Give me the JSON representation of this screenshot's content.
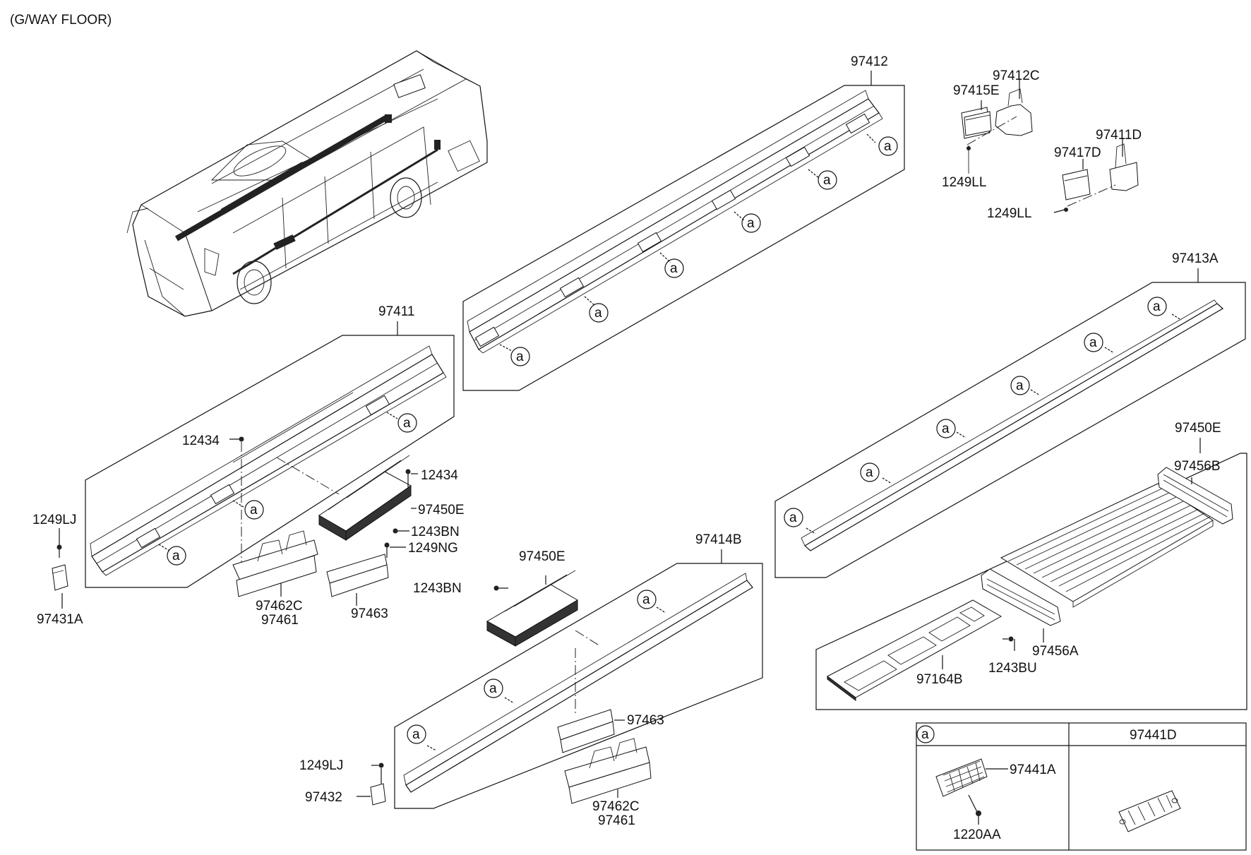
{
  "title": "(G/WAY FLOOR)",
  "marker_letter": "a",
  "legend": {
    "marker": "a",
    "part": "97441D",
    "items": {
      "grille": "97441A",
      "screw": "1220AA"
    }
  },
  "groups": {
    "g97412": {
      "label": "97412"
    },
    "g97411": {
      "label": "97411"
    },
    "g97413A": {
      "label": "97413A"
    },
    "g97414B": {
      "label": "97414B"
    },
    "g97450E": {
      "label": "97450E"
    }
  },
  "parts": {
    "p97415E": "97415E",
    "p97412C": "97412C",
    "p1249LL_1": "1249LL",
    "p97411D": "97411D",
    "p97417D": "97417D",
    "p1249LL_2": "1249LL",
    "p12434_1": "12434",
    "p12434_2": "12434",
    "p97450E_1": "97450E",
    "p1243BN_1": "1243BN",
    "p1249NG": "1249NG",
    "p1249LJ_1": "1249LJ",
    "p97431A": "97431A",
    "p97462C_1": "97462C",
    "p97461_1": "97461",
    "p97463_1": "97463",
    "p97450E_2": "97450E",
    "p1243BN_2": "1243BN",
    "p97463_2": "97463",
    "p1249LJ_2": "1249LJ",
    "p97432": "97432",
    "p97462C_2": "97462C",
    "p97461_2": "97461",
    "p97456B": "97456B",
    "p97456A": "97456A",
    "p97164B": "97164B",
    "p1243BU": "1243BU"
  }
}
